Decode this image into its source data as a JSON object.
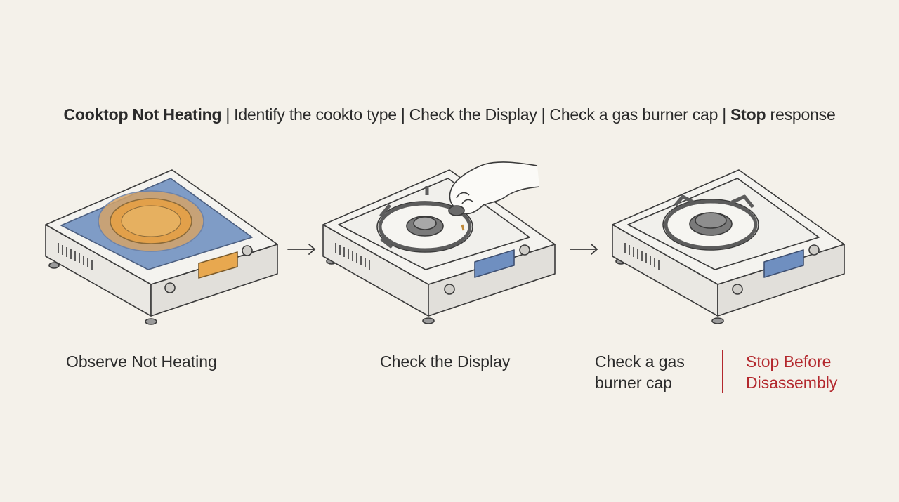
{
  "header": {
    "part1": "Cooktop Not Heating",
    "part2": "Identify the cookto type",
    "part3": "Check the Display",
    "part4": "Check a gas burner cap",
    "part5_strong": "Stop",
    "part5_rest": "response",
    "separator": "|"
  },
  "steps": [
    {
      "caption": "Observe Not Heating",
      "illustration": "induction-cooktop-icon"
    },
    {
      "caption": "Check the Display",
      "illustration": "gas-burner-cap-icon"
    },
    {
      "caption": "Check a gas burner cap",
      "illustration": "gas-burner-icon"
    },
    {
      "caption": "Stop Before Disassembly"
    }
  ],
  "colors": {
    "background": "#f4f1ea",
    "glass_blue": "#7f9cc6",
    "heat_orange": "#e2a04a",
    "display_orange": "#e8a84f",
    "display_blue": "#6f8fc0",
    "stop_red": "#b3282d"
  }
}
